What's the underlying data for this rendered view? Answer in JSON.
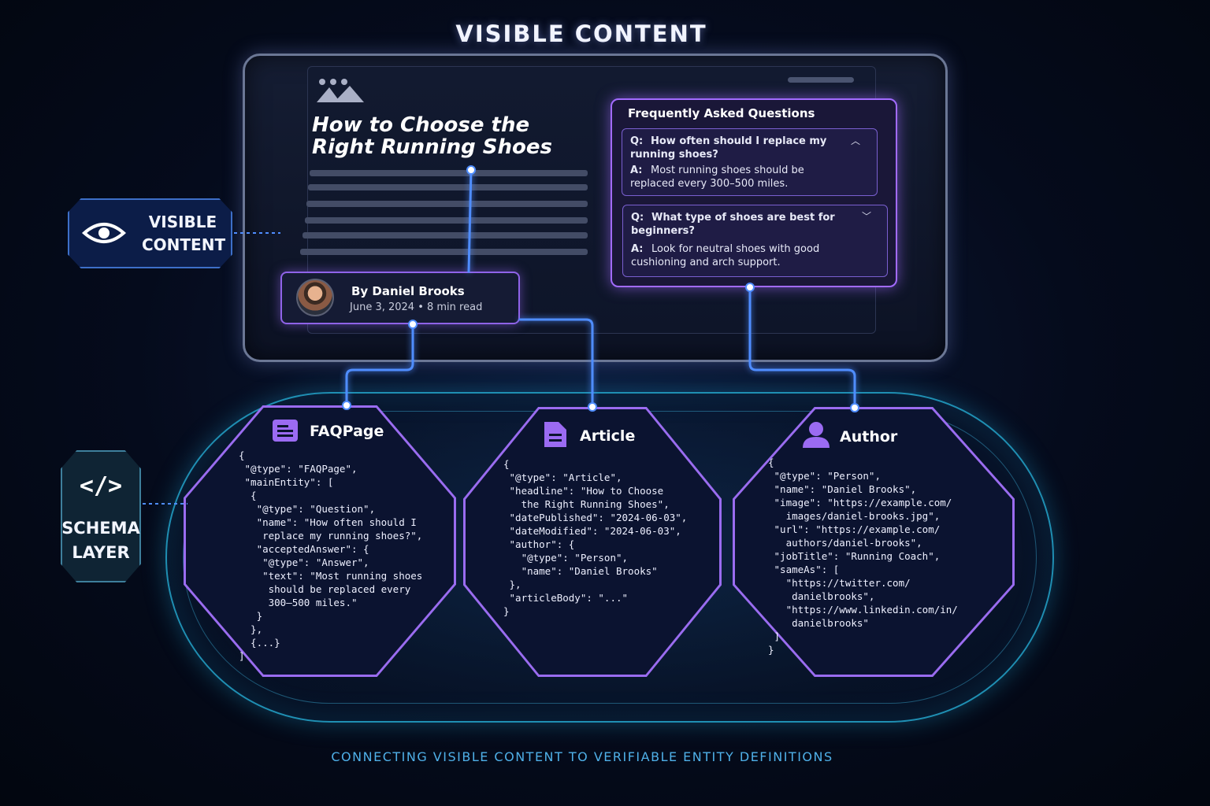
{
  "page": {
    "title": "VISIBLE CONTENT",
    "subtitle": "CONNECTING VISIBLE CONTENT TO VERIFIABLE ENTITY DEFINITIONS"
  },
  "left_badges": {
    "visible": {
      "icon": "eye-icon",
      "label": "VISIBLE CONTENT"
    },
    "schema": {
      "icon": "code-icon",
      "glyph": "</>",
      "label": "SCHEMA LAYER"
    }
  },
  "article": {
    "title": "How to Choose the Right Running Shoes",
    "author": "By Daniel Brooks",
    "meta": "June 3, 2024  •  8 min read"
  },
  "faq": {
    "title": "Frequently Asked Questions",
    "q_label": "Q:",
    "a_label": "A:",
    "items": [
      {
        "q": "How often should I replace my running shoes?",
        "a": "Most running shoes should be replaced every 300–500 miles.",
        "expanded": true
      },
      {
        "q": "What type of shoes are best for beginners?",
        "a": "Look for neutral shoes with good cushioning and arch support.",
        "expanded": false
      }
    ]
  },
  "schema_cards": [
    {
      "icon": "faq-list-icon",
      "title": "FAQPage",
      "code": "{\n \"@type\": \"FAQPage\",\n \"mainEntity\": [\n  {\n   \"@type\": \"Question\",\n   \"name\": \"How often should I\n    replace my running shoes?\",\n   \"acceptedAnswer\": {\n    \"@type\": \"Answer\",\n    \"text\": \"Most running shoes\n     should be replaced every\n     300–500 miles.\"\n   }\n  },\n  {...}\n]"
    },
    {
      "icon": "document-icon",
      "title": "Article",
      "code": "{\n \"@type\": \"Article\",\n \"headline\": \"How to Choose\n   the Right Running Shoes\",\n \"datePublished\": \"2024-06-03\",\n \"dateModified\": \"2024-06-03\",\n \"author\": {\n   \"@type\": \"Person\",\n   \"name\": \"Daniel Brooks\"\n },\n \"articleBody\": \"...\"\n}"
    },
    {
      "icon": "person-icon",
      "title": "Author",
      "code": "{\n \"@type\": \"Person\",\n \"name\": \"Daniel Brooks\",\n \"image\": \"https://example.com/\n   images/daniel-brooks.jpg\",\n \"url\": \"https://example.com/\n   authors/daniel-brooks\",\n \"jobTitle\": \"Running Coach\",\n \"sameAs\": [\n   \"https://twitter.com/\n    danielbrooks\",\n   \"https://www.linkedin.com/in/\n    danielbrooks\"\n ]\n}"
    }
  ],
  "colors": {
    "connector": "#4f8dff",
    "accent_purple": "#9a6cf0",
    "platform_cyan": "#1f8fb3"
  }
}
